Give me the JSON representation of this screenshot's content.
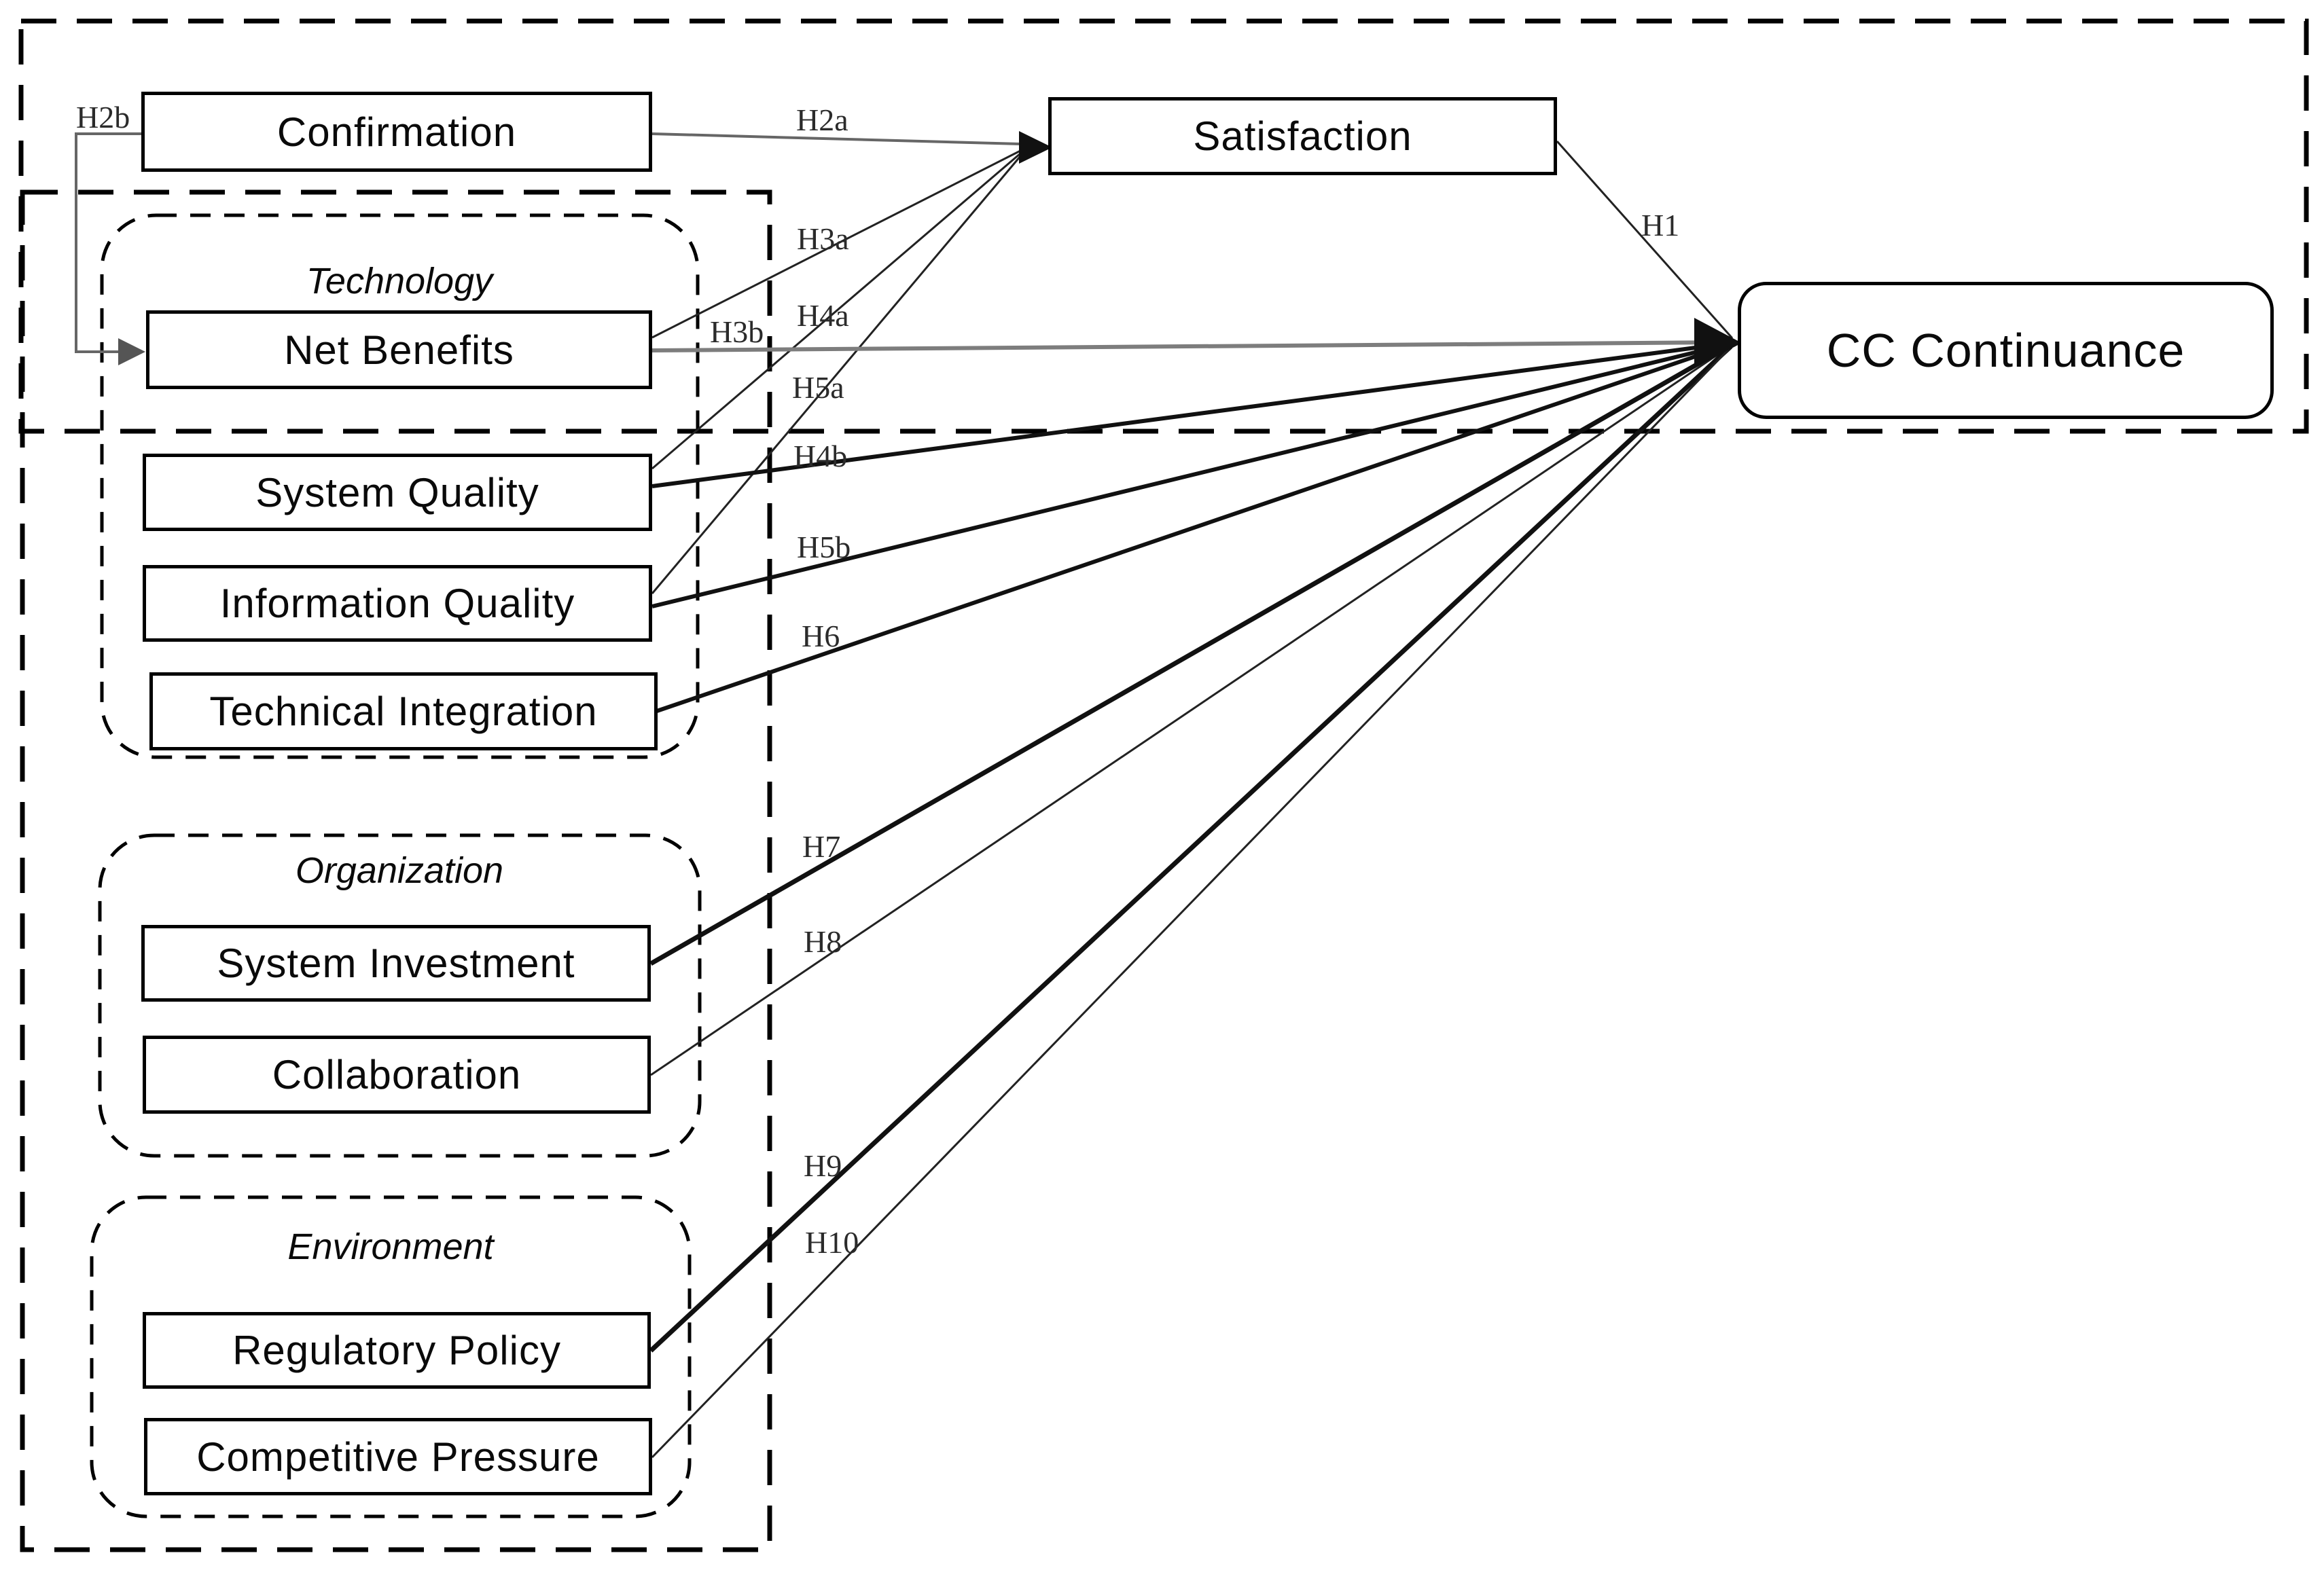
{
  "diagram": {
    "nodes": {
      "confirmation": {
        "label": "Confirmation"
      },
      "satisfaction": {
        "label": "Satisfaction"
      },
      "net_benefits": {
        "label": "Net Benefits"
      },
      "system_quality": {
        "label": "System Quality"
      },
      "information_quality": {
        "label": "Information Quality"
      },
      "technical_integration": {
        "label": "Technical Integration"
      },
      "system_investment": {
        "label": "System Investment"
      },
      "collaboration": {
        "label": "Collaboration"
      },
      "regulatory_policy": {
        "label": "Regulatory Policy"
      },
      "competitive_pressure": {
        "label": "Competitive Pressure"
      },
      "cc_continuance": {
        "label": "CC Continuance"
      }
    },
    "groups": {
      "technology": {
        "label": "Technology"
      },
      "organization": {
        "label": "Organization"
      },
      "environment": {
        "label": "Environment"
      }
    },
    "hypotheses": {
      "h1": "H1",
      "h2a": "H2a",
      "h2b": "H2b",
      "h3a": "H3a",
      "h3b": "H3b",
      "h4a": "H4a",
      "h4b": "H4b",
      "h5a": "H5a",
      "h5b": "H5b",
      "h6": "H6",
      "h7": "H7",
      "h8": "H8",
      "h9": "H9",
      "h10": "H10"
    },
    "edges": [
      {
        "label": "H1",
        "from": "Satisfaction",
        "to": "CC Continuance"
      },
      {
        "label": "H2a",
        "from": "Confirmation",
        "to": "Satisfaction"
      },
      {
        "label": "H2b",
        "from": "Confirmation",
        "to": "Net Benefits"
      },
      {
        "label": "H3a",
        "from": "Net Benefits",
        "to": "Satisfaction"
      },
      {
        "label": "H3b",
        "from": "Net Benefits",
        "to": "CC Continuance"
      },
      {
        "label": "H4a",
        "from": "System Quality",
        "to": "Satisfaction"
      },
      {
        "label": "H4b",
        "from": "System Quality",
        "to": "CC Continuance"
      },
      {
        "label": "H5a",
        "from": "Information Quality",
        "to": "Satisfaction"
      },
      {
        "label": "H5b",
        "from": "Information Quality",
        "to": "CC Continuance"
      },
      {
        "label": "H6",
        "from": "Technical Integration",
        "to": "CC Continuance"
      },
      {
        "label": "H7",
        "from": "System Investment",
        "to": "CC Continuance"
      },
      {
        "label": "H8",
        "from": "Collaboration",
        "to": "CC Continuance"
      },
      {
        "label": "H9",
        "from": "Regulatory Policy",
        "to": "CC Continuance"
      },
      {
        "label": "H10",
        "from": "Competitive Pressure",
        "to": "CC Continuance"
      }
    ],
    "colors": {
      "background": "#ffffff",
      "border": "#000000",
      "line": "#1a1a1a",
      "muted_line": "#6e6e6e"
    }
  }
}
